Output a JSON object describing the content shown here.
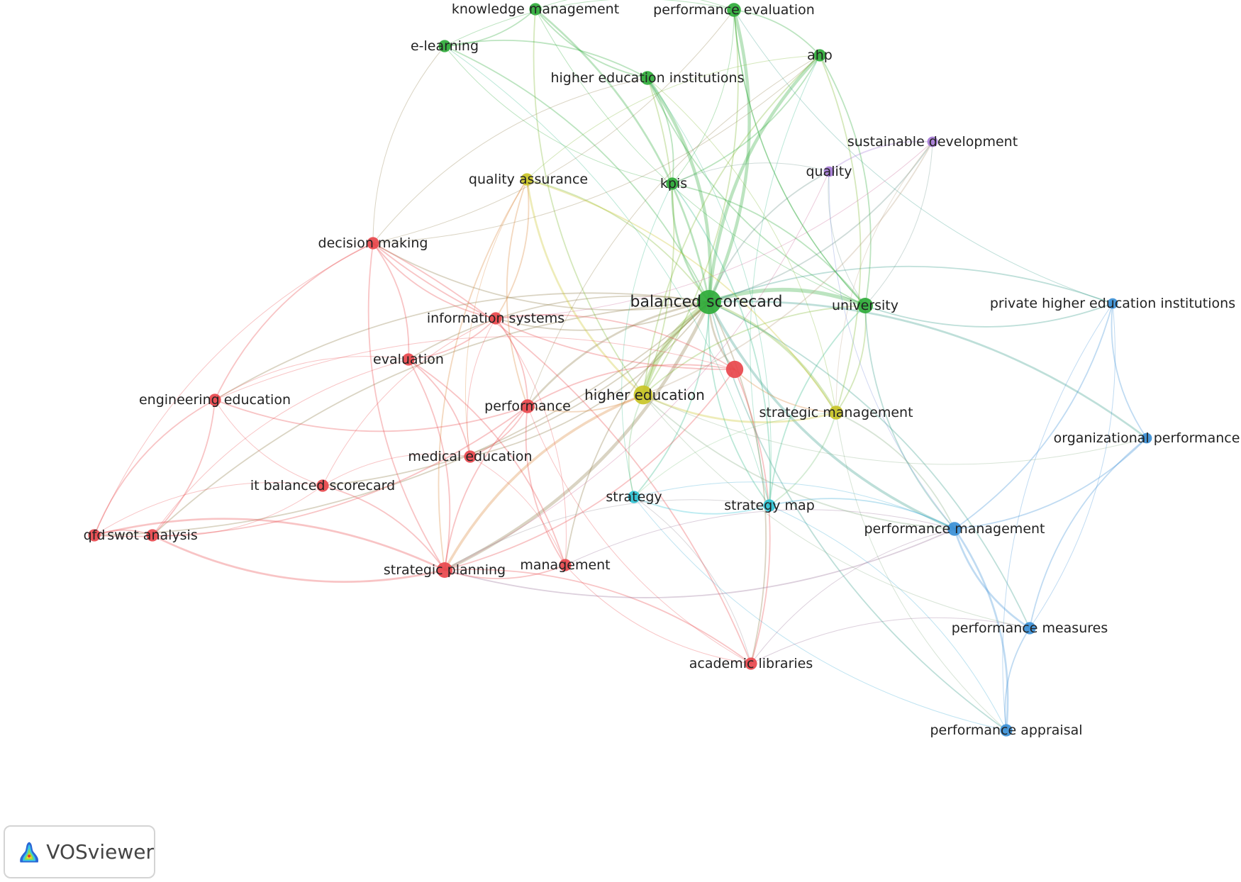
{
  "app": {
    "name": "VOSviewer",
    "logo_icon": "vosviewer-logo-icon"
  },
  "clusters": {
    "1": "#e8474c",
    "2": "#2fab3a",
    "3": "#3a8fd6",
    "4": "#c9c426",
    "5": "#a57ad6",
    "6": "#2dc2d4"
  },
  "nodes": [
    {
      "id": "balanced_scorecard",
      "label": "balanced scorecard",
      "cluster": "2",
      "weight": 10
    },
    {
      "id": "higher_education",
      "label": "higher education",
      "cluster": "4",
      "weight": 7
    },
    {
      "id": "university",
      "label": "university",
      "cluster": "2",
      "weight": 5
    },
    {
      "id": "unlabeled_red",
      "label": "",
      "cluster": "1",
      "weight": 6
    },
    {
      "id": "strategic_planning",
      "label": "strategic planning",
      "cluster": "1",
      "weight": 5
    },
    {
      "id": "knowledge_management",
      "label": "knowledge management",
      "cluster": "2",
      "weight": 3
    },
    {
      "id": "performance_evaluation",
      "label": "performance evaluation",
      "cluster": "2",
      "weight": 4
    },
    {
      "id": "e_learning",
      "label": "e-learning",
      "cluster": "2",
      "weight": 3
    },
    {
      "id": "ahp",
      "label": "ahp",
      "cluster": "2",
      "weight": 3
    },
    {
      "id": "higher_education_institutions",
      "label": "higher education institutions",
      "cluster": "2",
      "weight": 4
    },
    {
      "id": "sustainable_development",
      "label": "sustainable development",
      "cluster": "5",
      "weight": 2
    },
    {
      "id": "quality",
      "label": "quality",
      "cluster": "5",
      "weight": 2
    },
    {
      "id": "quality_assurance",
      "label": "quality assurance",
      "cluster": "4",
      "weight": 3
    },
    {
      "id": "kpis",
      "label": "kpis",
      "cluster": "2",
      "weight": 3
    },
    {
      "id": "decision_making",
      "label": "decision making",
      "cluster": "1",
      "weight": 3
    },
    {
      "id": "information_systems",
      "label": "information systems",
      "cluster": "1",
      "weight": 3
    },
    {
      "id": "evaluation",
      "label": "evaluation",
      "cluster": "1",
      "weight": 3
    },
    {
      "id": "engineering_education",
      "label": "engineering education",
      "cluster": "1",
      "weight": 3
    },
    {
      "id": "performance",
      "label": "performance",
      "cluster": "1",
      "weight": 4
    },
    {
      "id": "strategic_management",
      "label": "strategic management",
      "cluster": "4",
      "weight": 4
    },
    {
      "id": "private_hei",
      "label": "private higher education institutions",
      "cluster": "3",
      "weight": 2
    },
    {
      "id": "organizational_performance",
      "label": "organizational performance",
      "cluster": "3",
      "weight": 2
    },
    {
      "id": "medical_education",
      "label": "medical education",
      "cluster": "1",
      "weight": 3
    },
    {
      "id": "it_balanced_scorecard",
      "label": "it balanced scorecard",
      "cluster": "1",
      "weight": 3
    },
    {
      "id": "strategy",
      "label": "strategy",
      "cluster": "6",
      "weight": 3
    },
    {
      "id": "strategy_map",
      "label": "strategy map",
      "cluster": "6",
      "weight": 3
    },
    {
      "id": "performance_management",
      "label": "performance management",
      "cluster": "3",
      "weight": 4
    },
    {
      "id": "qfd",
      "label": "qfd",
      "cluster": "1",
      "weight": 3
    },
    {
      "id": "swot_analysis",
      "label": "swot analysis",
      "cluster": "1",
      "weight": 3
    },
    {
      "id": "management",
      "label": "management",
      "cluster": "1",
      "weight": 3
    },
    {
      "id": "performance_measures",
      "label": "performance measures",
      "cluster": "3",
      "weight": 3
    },
    {
      "id": "academic_libraries",
      "label": "academic libraries",
      "cluster": "1",
      "weight": 3
    },
    {
      "id": "performance_appraisal",
      "label": "performance appraisal",
      "cluster": "3",
      "weight": 3
    }
  ],
  "links": [
    [
      "balanced_scorecard",
      "higher_education",
      8
    ],
    [
      "balanced_scorecard",
      "university",
      6
    ],
    [
      "balanced_scorecard",
      "performance_evaluation",
      5
    ],
    [
      "balanced_scorecard",
      "ahp",
      5
    ],
    [
      "balanced_scorecard",
      "higher_education_institutions",
      5
    ],
    [
      "balanced_scorecard",
      "kpis",
      3
    ],
    [
      "balanced_scorecard",
      "knowledge_management",
      3
    ],
    [
      "balanced_scorecard",
      "strategic_planning",
      5
    ],
    [
      "balanced_scorecard",
      "unlabeled_red",
      3
    ],
    [
      "balanced_scorecard",
      "strategic_management",
      4
    ],
    [
      "balanced_scorecard",
      "performance_management",
      4
    ],
    [
      "balanced_scorecard",
      "performance_measures",
      2
    ],
    [
      "balanced_scorecard",
      "performance_appraisal",
      2
    ],
    [
      "balanced_scorecard",
      "organizational_performance",
      3
    ],
    [
      "balanced_scorecard",
      "performance",
      3
    ],
    [
      "balanced_scorecard",
      "information_systems",
      2
    ],
    [
      "balanced_scorecard",
      "evaluation",
      2
    ],
    [
      "balanced_scorecard",
      "decision_making",
      2
    ],
    [
      "balanced_scorecard",
      "quality_assurance",
      2
    ],
    [
      "balanced_scorecard",
      "quality",
      2
    ],
    [
      "balanced_scorecard",
      "sustainable_development",
      2
    ],
    [
      "balanced_scorecard",
      "strategy",
      2
    ],
    [
      "balanced_scorecard",
      "strategy_map",
      2
    ],
    [
      "balanced_scorecard",
      "medical_education",
      2
    ],
    [
      "balanced_scorecard",
      "management",
      2
    ],
    [
      "balanced_scorecard",
      "academic_libraries",
      2
    ],
    [
      "balanced_scorecard",
      "e_learning",
      2
    ],
    [
      "balanced_scorecard",
      "qfd",
      2
    ],
    [
      "balanced_scorecard",
      "swot_analysis",
      2
    ],
    [
      "balanced_scorecard",
      "it_balanced_scorecard",
      2
    ],
    [
      "balanced_scorecard",
      "engineering_education",
      2
    ],
    [
      "balanced_scorecard",
      "private_hei",
      2
    ],
    [
      "higher_education",
      "strategic_planning",
      4
    ],
    [
      "higher_education",
      "quality_assurance",
      3
    ],
    [
      "higher_education",
      "strategic_management",
      3
    ],
    [
      "higher_education",
      "university",
      2
    ],
    [
      "higher_education",
      "performance_evaluation",
      2
    ],
    [
      "higher_education",
      "knowledge_management",
      2
    ],
    [
      "higher_education",
      "strategy",
      2
    ],
    [
      "higher_education",
      "performance",
      2
    ],
    [
      "higher_education",
      "higher_education_institutions",
      2
    ],
    [
      "higher_education",
      "ahp",
      2
    ],
    [
      "university",
      "ahp",
      2
    ],
    [
      "university",
      "performance_evaluation",
      2
    ],
    [
      "university",
      "private_hei",
      2
    ],
    [
      "university",
      "strategic_management",
      2
    ],
    [
      "university",
      "strategy_map",
      2
    ],
    [
      "university",
      "higher_education_institutions",
      2
    ],
    [
      "university",
      "sustainable_development",
      1
    ],
    [
      "university",
      "quality",
      1
    ],
    [
      "university",
      "performance_management",
      2
    ],
    [
      "unlabeled_red",
      "decision_making",
      2
    ],
    [
      "unlabeled_red",
      "strategic_management",
      2
    ],
    [
      "unlabeled_red",
      "academic_libraries",
      2
    ],
    [
      "unlabeled_red",
      "performance",
      2
    ],
    [
      "unlabeled_red",
      "strategic_planning",
      2
    ],
    [
      "unlabeled_red",
      "information_systems",
      2
    ],
    [
      "strategic_planning",
      "decision_making",
      2
    ],
    [
      "strategic_planning",
      "qfd",
      3
    ],
    [
      "strategic_planning",
      "swot_analysis",
      3
    ],
    [
      "strategic_planning",
      "it_balanced_scorecard",
      2
    ],
    [
      "strategic_planning",
      "academic_libraries",
      2
    ],
    [
      "strategic_planning",
      "performance_management",
      2
    ],
    [
      "strategic_planning",
      "performance",
      2
    ],
    [
      "strategic_planning",
      "management",
      2
    ],
    [
      "strategic_planning",
      "quality_assurance",
      2
    ],
    [
      "strategic_planning",
      "evaluation",
      2
    ],
    [
      "knowledge_management",
      "e_learning",
      2
    ],
    [
      "knowledge_management",
      "higher_education_institutions",
      2
    ],
    [
      "knowledge_management",
      "performance_evaluation",
      1
    ],
    [
      "knowledge_management",
      "university",
      1
    ],
    [
      "performance_evaluation",
      "ahp",
      2
    ],
    [
      "performance_evaluation",
      "e_learning",
      1
    ],
    [
      "performance_evaluation",
      "kpis",
      1
    ],
    [
      "performance_evaluation",
      "private_hei",
      1
    ],
    [
      "performance_evaluation",
      "decision_making",
      1
    ],
    [
      "performance_evaluation",
      "university",
      1
    ],
    [
      "e_learning",
      "higher_education_institutions",
      2
    ],
    [
      "e_learning",
      "kpis",
      1
    ],
    [
      "e_learning",
      "strategy_map",
      1
    ],
    [
      "e_learning",
      "decision_making",
      1
    ],
    [
      "ahp",
      "kpis",
      2
    ],
    [
      "ahp",
      "quality_assurance",
      1
    ],
    [
      "ahp",
      "strategic_management",
      2
    ],
    [
      "ahp",
      "strategy_map",
      1
    ],
    [
      "ahp",
      "decision_making",
      1
    ],
    [
      "ahp",
      "performance",
      1
    ],
    [
      "higher_education_institutions",
      "kpis",
      2
    ],
    [
      "higher_education_institutions",
      "decision_making",
      1
    ],
    [
      "higher_education_institutions",
      "strategy_map",
      1
    ],
    [
      "sustainable_development",
      "quality",
      2
    ],
    [
      "sustainable_development",
      "higher_education",
      2
    ],
    [
      "sustainable_development",
      "strategic_management",
      1
    ],
    [
      "sustainable_development",
      "information_systems",
      1
    ],
    [
      "quality",
      "kpis",
      1
    ],
    [
      "quality",
      "strategic_planning",
      1
    ],
    [
      "quality",
      "performance_management",
      1
    ],
    [
      "quality_assurance",
      "information_systems",
      2
    ],
    [
      "quality_assurance",
      "performance",
      2
    ],
    [
      "quality_assurance",
      "strategic_management",
      2
    ],
    [
      "quality_assurance",
      "medical_education",
      1
    ],
    [
      "kpis",
      "strategy_map",
      2
    ],
    [
      "kpis",
      "strategy",
      1
    ],
    [
      "kpis",
      "university",
      2
    ],
    [
      "decision_making",
      "engineering_education",
      2
    ],
    [
      "decision_making",
      "evaluation",
      2
    ],
    [
      "decision_making",
      "information_systems",
      2
    ],
    [
      "decision_making",
      "academic_libraries",
      2
    ],
    [
      "decision_making",
      "qfd",
      1
    ],
    [
      "information_systems",
      "evaluation",
      2
    ],
    [
      "information_systems",
      "medical_education",
      1
    ],
    [
      "information_systems",
      "performance",
      2
    ],
    [
      "information_systems",
      "it_balanced_scorecard",
      1
    ],
    [
      "information_systems",
      "management",
      1
    ],
    [
      "evaluation",
      "engineering_education",
      1
    ],
    [
      "evaluation",
      "medical_education",
      2
    ],
    [
      "evaluation",
      "swot_analysis",
      1
    ],
    [
      "evaluation",
      "management",
      2
    ],
    [
      "engineering_education",
      "qfd",
      2
    ],
    [
      "engineering_education",
      "swot_analysis",
      2
    ],
    [
      "engineering_education",
      "performance",
      2
    ],
    [
      "engineering_education",
      "unlabeled_red",
      1
    ],
    [
      "engineering_education",
      "it_balanced_scorecard",
      1
    ],
    [
      "performance",
      "medical_education",
      2
    ],
    [
      "performance",
      "management",
      2
    ],
    [
      "performance",
      "qfd",
      2
    ],
    [
      "performance",
      "academic_libraries",
      1
    ],
    [
      "strategic_management",
      "strategy_map",
      2
    ],
    [
      "strategic_management",
      "strategy",
      1
    ],
    [
      "strategic_management",
      "performance_management",
      2
    ],
    [
      "strategic_management",
      "higher_education_institutions",
      1
    ],
    [
      "private_hei",
      "performance_management",
      2
    ],
    [
      "private_hei",
      "organizational_performance",
      2
    ],
    [
      "private_hei",
      "performance_measures",
      1
    ],
    [
      "private_hei",
      "performance_appraisal",
      1
    ],
    [
      "organizational_performance",
      "performance_management",
      2
    ],
    [
      "organizational_performance",
      "performance_measures",
      2
    ],
    [
      "organizational_performance",
      "higher_education",
      1
    ],
    [
      "medical_education",
      "it_balanced_scorecard",
      1
    ],
    [
      "medical_education",
      "management",
      1
    ],
    [
      "it_balanced_scorecard",
      "qfd",
      1
    ],
    [
      "it_balanced_scorecard",
      "swot_analysis",
      1
    ],
    [
      "strategy",
      "strategy_map",
      2
    ],
    [
      "strategy",
      "performance_management",
      1
    ],
    [
      "strategy",
      "performance_appraisal",
      1
    ],
    [
      "strategy_map",
      "performance_management",
      2
    ],
    [
      "strategy_map",
      "strategic_planning",
      1
    ],
    [
      "strategy_map",
      "performance_appraisal",
      1
    ],
    [
      "performance_management",
      "performance_measures",
      3
    ],
    [
      "performance_management",
      "performance_appraisal",
      3
    ],
    [
      "performance_management",
      "management",
      1
    ],
    [
      "performance_management",
      "higher_education",
      2
    ],
    [
      "performance_measures",
      "performance_appraisal",
      2
    ],
    [
      "performance_measures",
      "higher_education",
      1
    ],
    [
      "performance_measures",
      "academic_libraries",
      1
    ],
    [
      "qfd",
      "swot_analysis",
      2
    ],
    [
      "management",
      "academic_libraries",
      1
    ],
    [
      "academic_libraries",
      "performance_management",
      1
    ],
    [
      "academic_libraries",
      "strategy",
      1
    ],
    [
      "performance_appraisal",
      "strategic_management",
      1
    ]
  ]
}
